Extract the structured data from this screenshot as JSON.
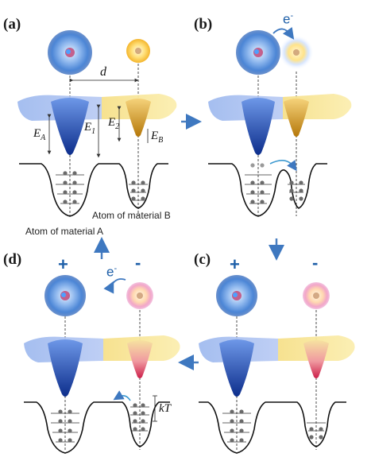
{
  "panels": {
    "a": "(a)",
    "b": "(b)",
    "c": "(c)",
    "d": "(d)"
  },
  "labels": {
    "distance": "d",
    "E_A_main": "E",
    "E_A_sub": "A",
    "E_1_main": "E",
    "E_1_sub": "1",
    "E_2_main": "E",
    "E_2_sub": "2",
    "E_B_main": "E",
    "E_B_sub": "B",
    "kT": "kT",
    "electron_main": "e",
    "electron_sup": "-",
    "plus": "+",
    "minus": "-",
    "atom_B": "Atom of material B",
    "atom_A": "Atom of material A"
  },
  "colors": {
    "material_A": "#2f6fd0",
    "material_B": "#f2b43c",
    "arrow": "#4a7fc0",
    "ionized_B": "#e0305a"
  }
}
